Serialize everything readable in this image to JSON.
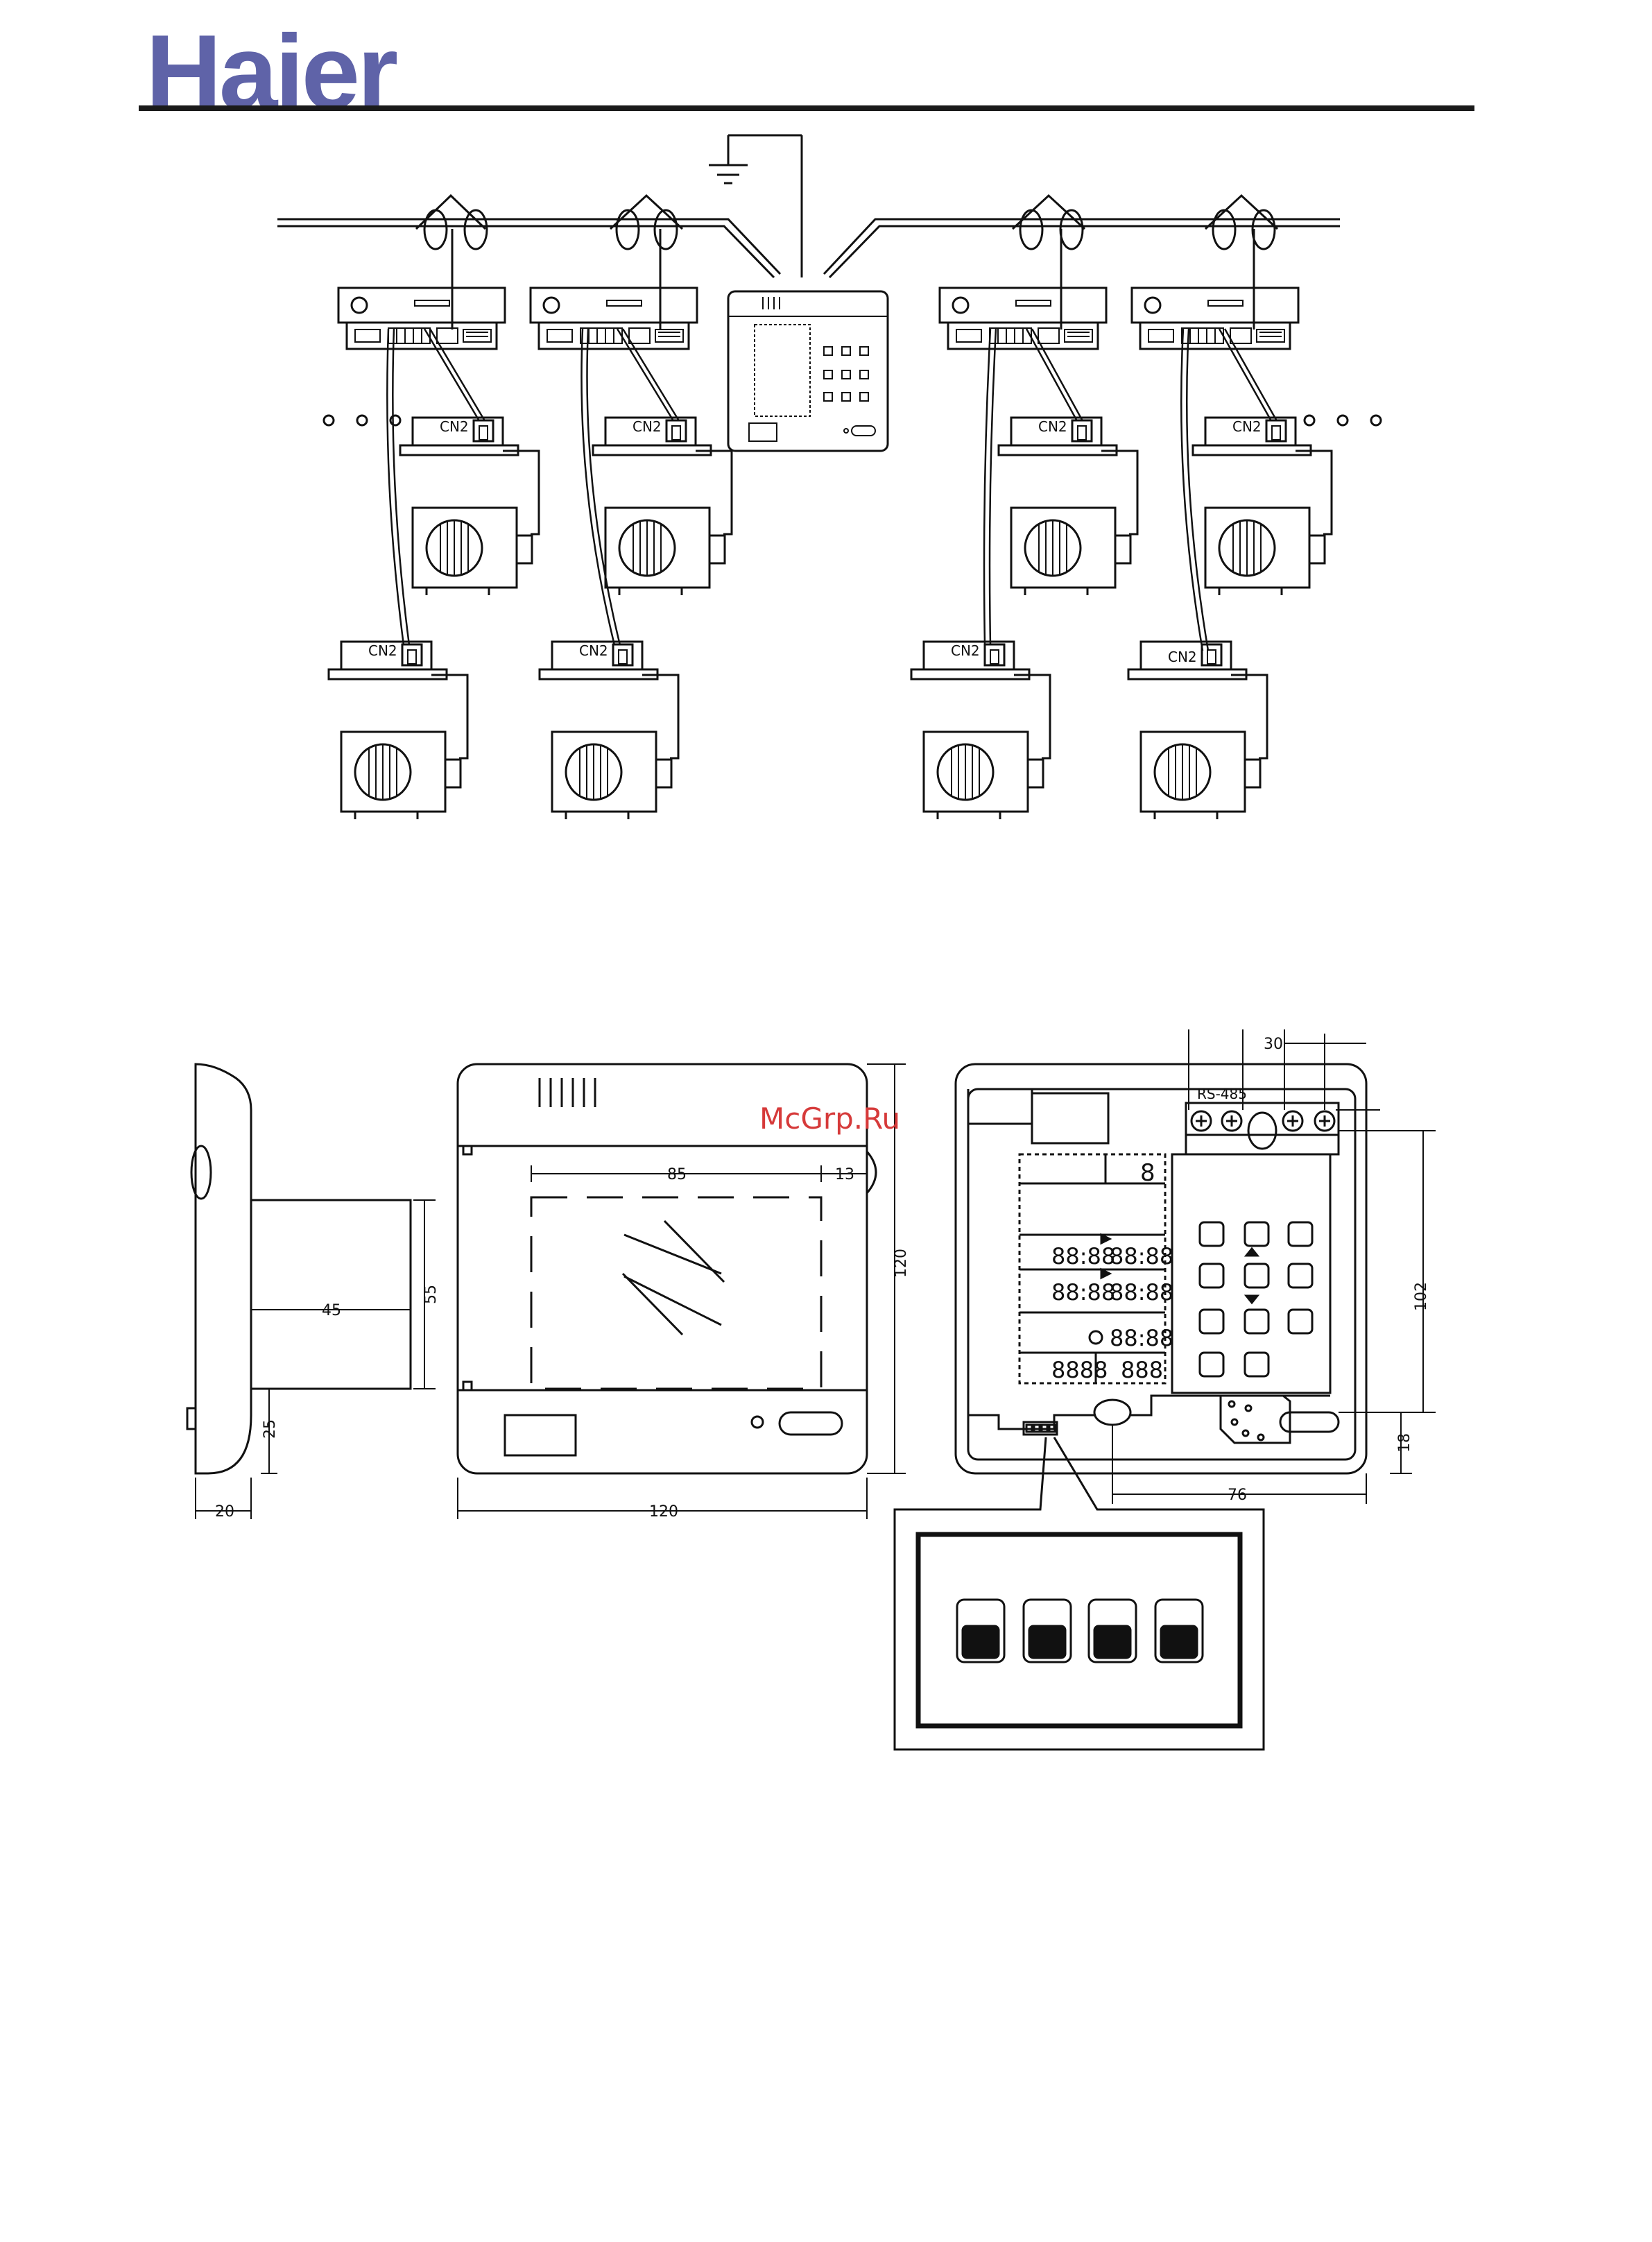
{
  "brand": {
    "logo_text": "Haier",
    "accent_color": "#5f63a8"
  },
  "watermark": {
    "text": "McGrp.Ru",
    "color": "#d63a3a"
  },
  "wiring_diagram": {
    "connector_label": "CN2"
  },
  "drawing": {
    "terminal_label": "RS-485",
    "dimensions": {
      "side_depth": "20",
      "side_body": "45",
      "side_height": "55",
      "side_offset": "25",
      "front_width": "120",
      "front_height": "120",
      "front_window": "85",
      "front_margin": "13",
      "back_terminal_spacing": "30",
      "back_height": "102",
      "back_hole_offset": "18",
      "back_width": "76"
    },
    "lcd_digits": {
      "digit": "8",
      "row1_a": "88:88",
      "row1_b": "88:88",
      "row2_a": "88:88",
      "row2_b": "88:88",
      "row3": "88:88",
      "row4_a": "8888",
      "row4_b": "888"
    }
  }
}
